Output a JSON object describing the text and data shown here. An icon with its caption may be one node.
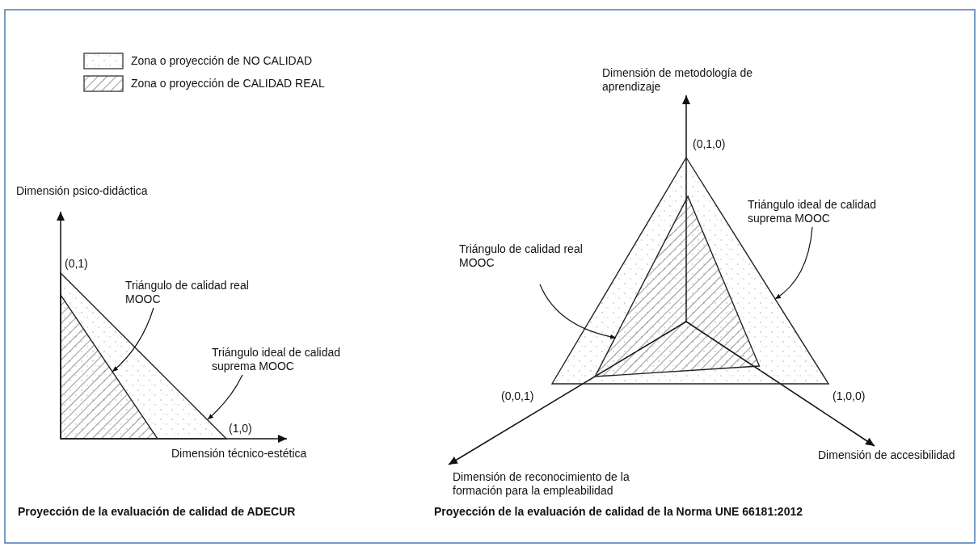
{
  "diagram": {
    "nodes": [
      {
        "text": [],
        "shape": "triangle"
      },
      {
        "text": [],
        "shape": "triangle",
        "in": 0
      },
      {
        "text": [
          "Triángulo de calidad real MOOC"
        ]
      },
      {
        "text": [
          "Triángulo ideal de calidad suprema MOOC"
        ]
      },
      {
        "text": [],
        "shape": "triangle"
      },
      {
        "text": [],
        "shape": "triangle",
        "in": 4
      },
      {
        "text": [
          "Triángulo de calidad real MOOC"
        ]
      },
      {
        "text": [
          "Triángulo ideal de calidad suprema MOOC"
        ]
      }
    ],
    "edges": [
      {
        "from": 2,
        "to": 1,
        "arrow": "to"
      },
      {
        "from": 3,
        "to": 0,
        "arrow": "to"
      },
      {
        "from": 6,
        "to": 5,
        "arrow": "to"
      },
      {
        "from": 7,
        "to": 4,
        "arrow": "to"
      }
    ],
    "labels": [
      "Dimensión de metodología de aprendizaje",
      "(0,1,0)",
      "Dimensión psico-didáctica",
      "(0,1)",
      "(0,0,1)",
      "(1,0,0)",
      "(1,0)",
      "Dimensión técnico-estética",
      "Dimensión de reconocimiento de la formación para la empleabilidad",
      "Dimensión de accesibilidad",
      "Proyección de la evaluación de calidad de ADECUR",
      "Proyección de la evaluación de calidad de la Norma UNE 66181:2012"
    ],
    "legend": [
      {
        "text": "Zona o proyección de NO CALIDAD"
      },
      {
        "text": "Zona o proyección de CALIDAD REAL"
      }
    ]
  }
}
